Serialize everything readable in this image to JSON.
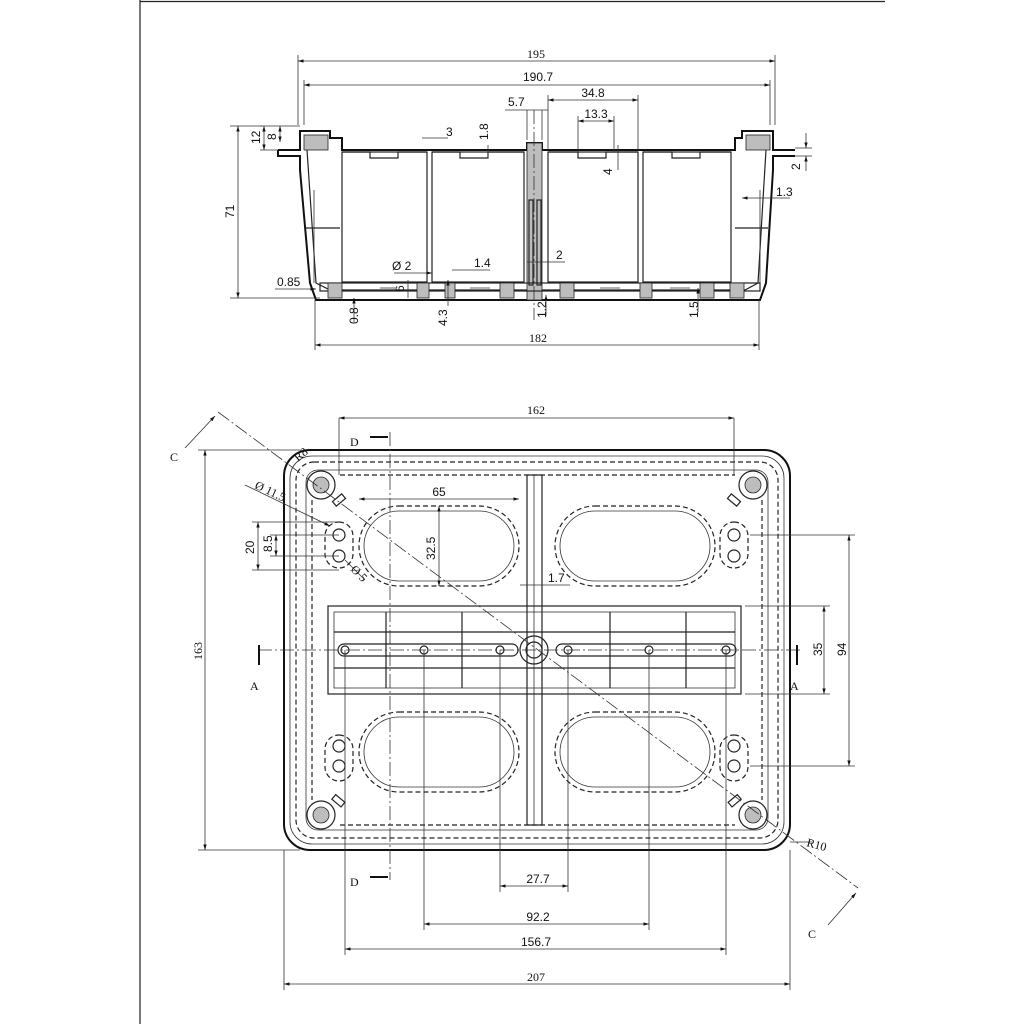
{
  "section_view": {
    "dims": {
      "w195": "195",
      "w190_7": "190.7",
      "d5_7": "5.7",
      "d34_8": "34.8",
      "d13_3": "13.3",
      "d3": "3",
      "d1_8": "1.8",
      "d12": "12",
      "d8": "8",
      "d71": "71",
      "d4": "4",
      "d2_right": "2",
      "d1_3": "1.3",
      "d0_85": "0.85",
      "dia2": "Ø 2",
      "d1_4": "1.4",
      "d2_mid": "2",
      "d6": "6",
      "d0_8": "0.8",
      "d4_3": "4.3",
      "d1_2": "1.2",
      "d1_5": "1.5",
      "w182": "182"
    }
  },
  "plan_view": {
    "dims": {
      "w162": "162",
      "h163": "163",
      "dia11_5": "Ø 11.5",
      "r8": "R8",
      "d65": "65",
      "d32_5": "32.5",
      "d20": "20",
      "d8_5": "8.5",
      "dia5": "Ø 5",
      "d1_7": "1.7",
      "d35": "35",
      "d94": "94",
      "r10": "R10",
      "d27_7": "27.7",
      "d92_2": "92.2",
      "d156_7": "156.7",
      "w207": "207"
    },
    "section_markers": {
      "c_top": "C",
      "c_bottom": "C",
      "d_top": "D",
      "d_bottom": "D",
      "a_left": "A",
      "a_right": "A"
    }
  }
}
